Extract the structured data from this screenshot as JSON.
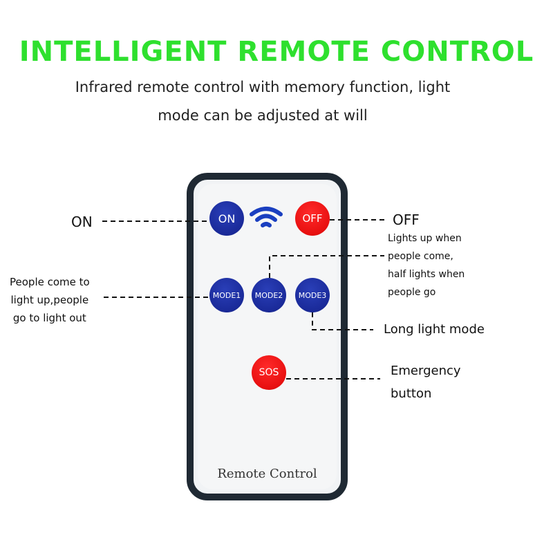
{
  "header": {
    "title": "INTELLIGENT REMOTE CONTROL",
    "subtitle_line1": "Infrared remote control with memory function, light",
    "subtitle_line2": "mode can be adjusted at will"
  },
  "remote": {
    "label": "Remote Control",
    "buttons": {
      "on": "ON",
      "off": "OFF",
      "mode1": "MODE1",
      "mode2": "MODE2",
      "mode3": "MODE3",
      "sos": "SOS"
    }
  },
  "callouts": {
    "on": "ON",
    "off": "OFF",
    "mode2": [
      "Lights up when",
      "people come,",
      "half lights when",
      "people go"
    ],
    "mode1": [
      "People come to",
      "light up,people",
      "go to light out"
    ],
    "mode3": "Long light mode",
    "sos": [
      "Emergency",
      "button"
    ]
  },
  "colors": {
    "title_green": "#2ee02e",
    "button_blue": "#1a2a99",
    "button_red": "#e81010",
    "remote_border": "#1f2933"
  }
}
